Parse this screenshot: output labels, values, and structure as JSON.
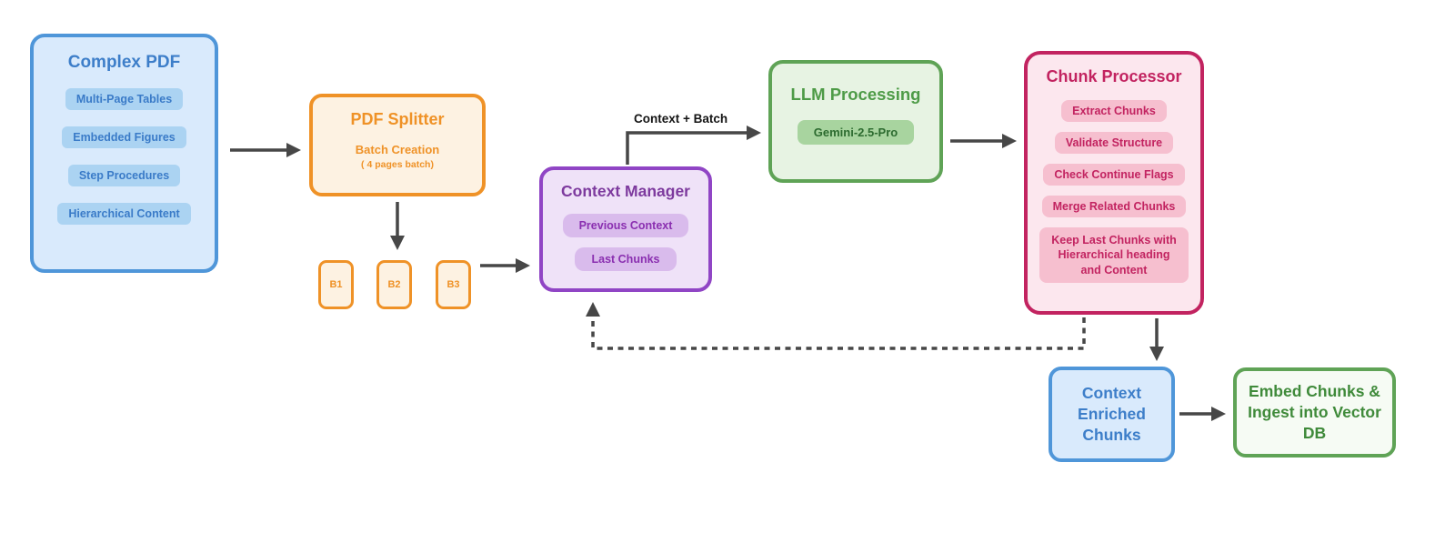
{
  "diagram": {
    "nodes": {
      "complex_pdf": {
        "title": "Complex PDF",
        "items": [
          "Multi-Page Tables",
          "Embedded Figures",
          "Step Procedures",
          "Hierarchical Content"
        ]
      },
      "pdf_splitter": {
        "title": "PDF Splitter",
        "subtitle": "Batch Creation",
        "note": "( 4 pages batch)"
      },
      "batches": [
        "B1",
        "B2",
        "B3"
      ],
      "context_manager": {
        "title": "Context Manager",
        "items": [
          "Previous Context",
          "Last Chunks"
        ]
      },
      "llm_processing": {
        "title": "LLM Processing",
        "model": "Gemini-2.5-Pro"
      },
      "chunk_processor": {
        "title": "Chunk Processor",
        "items": [
          "Extract Chunks",
          "Validate Structure",
          "Check Continue Flags",
          "Merge Related Chunks"
        ],
        "note": "Keep Last  Chunks with Hierarchical heading and Content"
      },
      "context_enriched": {
        "title": "Context Enriched Chunks"
      },
      "embed_ingest": {
        "title": "Embed Chunks & Ingest into Vector DB"
      }
    },
    "edge_labels": {
      "context_batch": "Context + Batch"
    },
    "palette": {
      "blue_border": "#4f96d9",
      "blue_fill": "#d9eafc",
      "blue_text": "#3d7ec9",
      "blue_pill": "#abd3f2",
      "orange_border": "#ef9227",
      "orange_fill": "#fdf2e2",
      "purple_border": "#9045c5",
      "purple_fill": "#efe2f8",
      "purple_text": "#7d3a9e",
      "purple_pill": "#d9bbec",
      "green_border": "#5fa356",
      "green_fill": "#e7f3e3",
      "green_text": "#4e9b47",
      "green_pill": "#a8d49f",
      "pink_border": "#c22360",
      "pink_fill": "#fce7ee",
      "pink_pill": "#f6bfcf",
      "arrow": "#474747"
    }
  }
}
